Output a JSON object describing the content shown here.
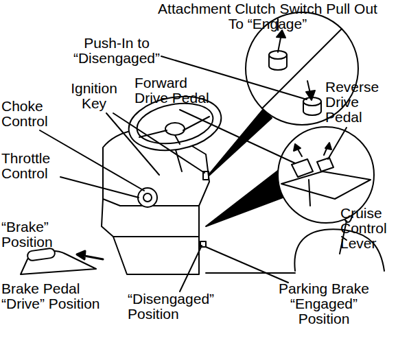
{
  "diagram": {
    "labels": [
      "Attachment Clutch Switch Pull Out To “Engage”",
      "Push-In to “Disengaged”",
      "Ignition Key",
      "Forward Drive Pedal",
      "Choke Control",
      "Reverse Drive Pedal",
      "Throttle Control",
      "“Brake” Position",
      "Cruise Control Lever",
      "Brake Pedal “Drive” Position",
      "“Disengaged” Position",
      "Parking Brake “Engaged” Position"
    ]
  }
}
